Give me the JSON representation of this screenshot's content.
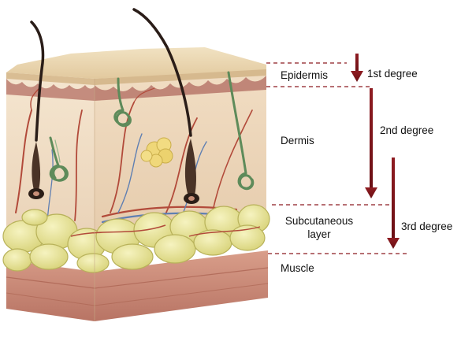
{
  "layers": {
    "epidermis": "Epidermis",
    "dermis": "Dermis",
    "subcutaneous_line1": "Subcutaneous",
    "subcutaneous_line2": "layer",
    "muscle": "Muscle"
  },
  "degrees": {
    "first": "1st degree",
    "second": "2nd degree",
    "third": "3rd degree"
  },
  "colors": {
    "arrow": "#7a1318",
    "dashed_line": "#8c1a22",
    "epidermis": "#ecd9b4",
    "dermis": "#f3e3cc",
    "fat": "#e8e49a",
    "muscle": "#c98a78",
    "hair": "#2a1d18",
    "gland": "#6f9a6a"
  }
}
